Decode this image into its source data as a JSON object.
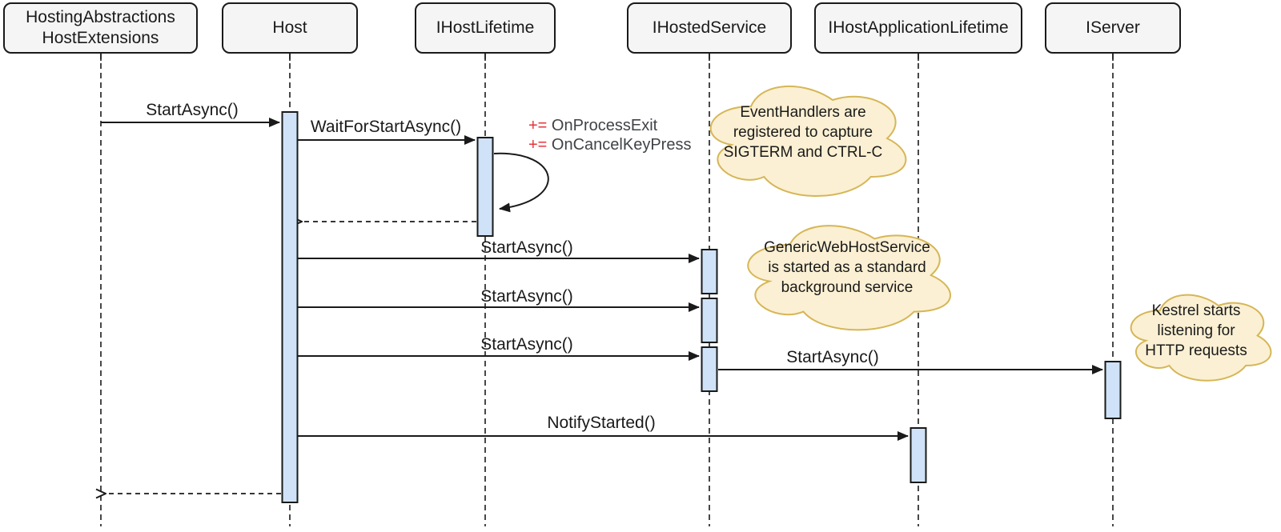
{
  "participants": [
    {
      "label": "HostingAbstractions\nHostExtensions"
    },
    {
      "label": "Host"
    },
    {
      "label": "IHostLifetime"
    },
    {
      "label": "IHostedService"
    },
    {
      "label": "IHostApplicationLifetime"
    },
    {
      "label": "IServer"
    }
  ],
  "messages": {
    "m1": "StartAsync()",
    "m2": "WaitForStartAsync()",
    "m3": "StartAsync()",
    "m4": "StartAsync()",
    "m5": "StartAsync()",
    "m6": "StartAsync()",
    "m7": "NotifyStarted()"
  },
  "annotations": {
    "line1": {
      "op": "+=",
      "handler": "OnProcessExit"
    },
    "line2": {
      "op": "+=",
      "handler": "OnCancelKeyPress"
    }
  },
  "notes": [
    {
      "text": "EventHandlers are\nregistered to capture\nSIGTERM and CTRL-C"
    },
    {
      "text": "GenericWebHostService\nis started as a standard\nbackground service"
    },
    {
      "text": "Kestrel starts\nlistening for\nHTTP requests"
    }
  ],
  "colors": {
    "activation_fill": "#cfe2f7",
    "note_fill": "#fbf0d3",
    "note_border": "#d6b656",
    "annotation_red": "#e8333b",
    "annotation_gray": "#404347",
    "participant_fill": "#f5f5f5",
    "line_ink": "#1a1a1a"
  }
}
